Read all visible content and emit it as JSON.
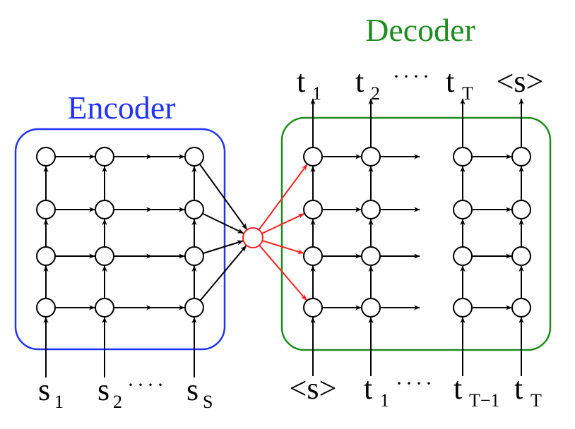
{
  "colors": {
    "encoder": "#2233ff",
    "decoder": "#1e8c1e",
    "attention": "#ff2020",
    "ink": "#000000"
  },
  "encoder": {
    "title": "Encoder",
    "inputs": [
      {
        "base": "s",
        "sub": "1"
      },
      {
        "base": "s",
        "sub": "2"
      },
      {
        "base": "s",
        "sub": "S"
      }
    ],
    "ellipsis": "····"
  },
  "decoder": {
    "title": "Decoder",
    "inputs": [
      {
        "base": "<s>",
        "sub": ""
      },
      {
        "base": "t",
        "sub": "1"
      },
      {
        "base": "t",
        "sub": "T−1"
      },
      {
        "base": "t",
        "sub": "T"
      }
    ],
    "outputs": [
      {
        "base": "t",
        "sub": "1"
      },
      {
        "base": "t",
        "sub": "2"
      },
      {
        "base": "t",
        "sub": "T"
      },
      {
        "base": "<s>",
        "sub": ""
      }
    ],
    "input_ellipsis": "····",
    "output_ellipsis": "····"
  }
}
